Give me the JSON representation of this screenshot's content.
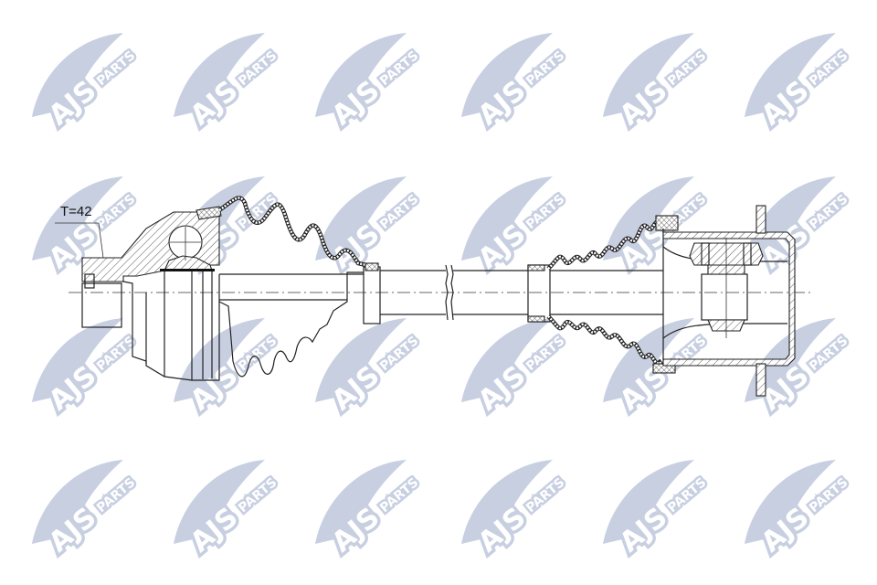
{
  "watermark": {
    "brand": "AJS",
    "sub": "PARTS",
    "color": "#c7cfe1"
  },
  "drawing": {
    "dimension_label": "T=42",
    "line_color": "#222222"
  }
}
